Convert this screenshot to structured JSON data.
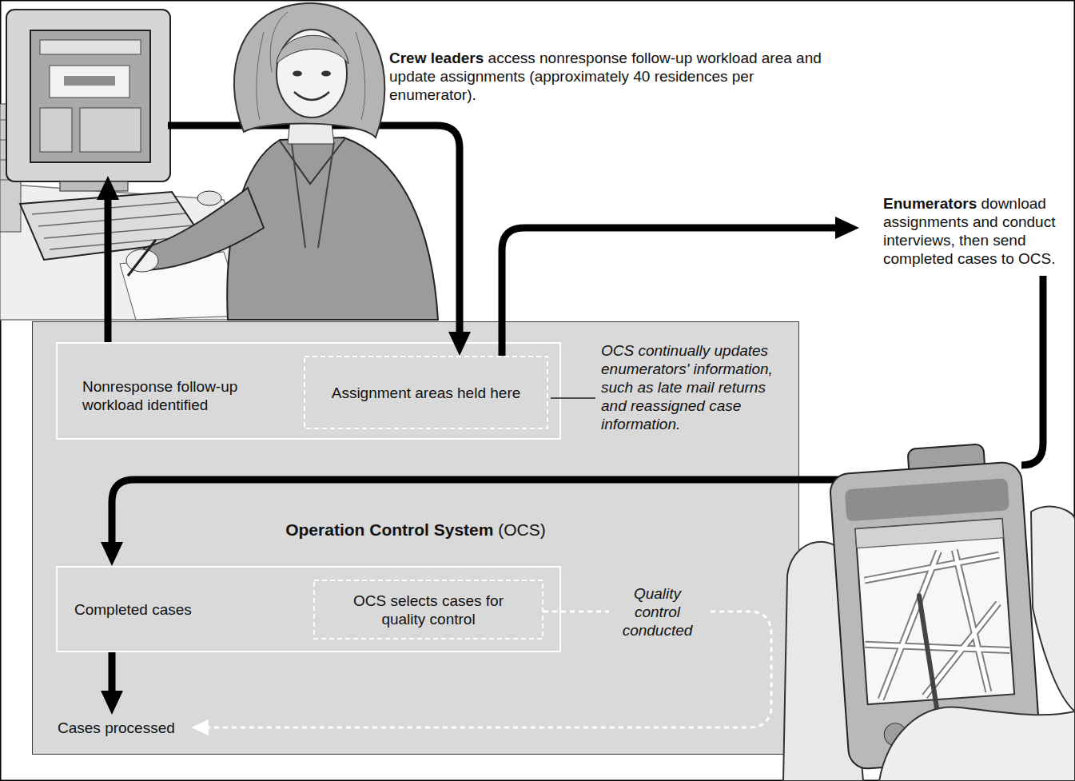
{
  "diagram": {
    "nodes": [
      {
        "text": [
          "Crew leaders",
          "access nonresponse follow-up workload area and update assignments (approximately 40 residences per enumerator)."
        ]
      },
      {
        "text": [
          "Enumerators",
          "download assignments and conduct interviews, then send completed cases to OCS."
        ]
      },
      {
        "text": [
          "Operation Control System",
          "(OCS)"
        ]
      },
      {
        "text": [
          "Nonresponse follow-up workload identified"
        ],
        "in": 2
      },
      {
        "text": [
          "Assignment areas held here"
        ],
        "in": 3
      },
      {
        "text": [
          "Completed cases"
        ],
        "in": 2
      },
      {
        "text": [
          "OCS selects cases for quality control"
        ],
        "in": 5
      },
      {
        "text": [
          "Cases processed"
        ],
        "in": 2
      }
    ],
    "edges": [
      {
        "from": 3,
        "to": 0,
        "arrow": "to"
      },
      {
        "from": 0,
        "to": 4,
        "arrow": "to"
      },
      {
        "from": 4,
        "to": 1,
        "arrow": "to"
      },
      {
        "from": 1,
        "to": 5,
        "arrow": "to"
      },
      {
        "from": 5,
        "to": 7,
        "arrow": "to"
      },
      {
        "from": 6,
        "to": 7,
        "label": "Quality control conducted",
        "arrow": "to"
      }
    ],
    "labels": [
      "OCS continually updates enumerators' information, such as late mail returns and reassigned case information."
    ]
  }
}
